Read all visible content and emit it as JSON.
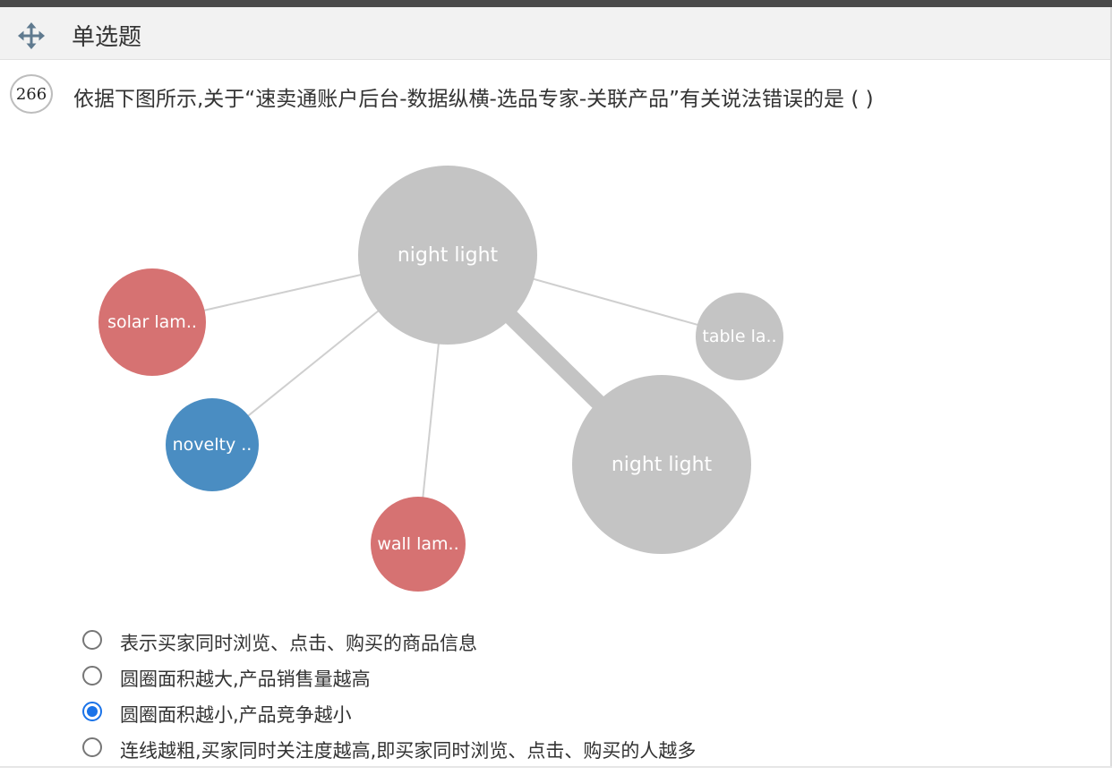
{
  "header": {
    "type_label": "单选题",
    "move_icon": "move-arrows-icon"
  },
  "question": {
    "number": "266",
    "text": "依据下图所示,关于“速卖通账户后台-数据纵横-选品专家-关联产品”有关说法错误的是 ( )"
  },
  "diagram": {
    "nodes": [
      {
        "id": "n1",
        "label": "night light",
        "color": "#c4c4c4"
      },
      {
        "id": "n2",
        "label": "night light",
        "color": "#c4c4c4"
      },
      {
        "id": "n3",
        "label": "solar lam..",
        "color": "#d67272"
      },
      {
        "id": "n4",
        "label": "novelty ..",
        "color": "#4a8dc2"
      },
      {
        "id": "n5",
        "label": "wall lam..",
        "color": "#d67272"
      },
      {
        "id": "n6",
        "label": "table la..",
        "color": "#c4c4c4"
      }
    ],
    "edges": [
      {
        "from": "n1",
        "to": "n3",
        "weight": "thin"
      },
      {
        "from": "n1",
        "to": "n4",
        "weight": "thin"
      },
      {
        "from": "n1",
        "to": "n5",
        "weight": "thin"
      },
      {
        "from": "n1",
        "to": "n6",
        "weight": "thin"
      },
      {
        "from": "n1",
        "to": "n2",
        "weight": "thick"
      }
    ]
  },
  "options": [
    {
      "label": "表示买家同时浏览、点击、购买的商品信息",
      "checked": false
    },
    {
      "label": "圆圈面积越大,产品销售量越高",
      "checked": false
    },
    {
      "label": "圆圈面积越小,产品竞争越小",
      "checked": true
    },
    {
      "label": "连线越粗,买家同时关注度越高,即买家同时浏览、点击、购买的人越多",
      "checked": false
    }
  ],
  "colors": {
    "selected": "#1a73e8",
    "red_node": "#d67272",
    "blue_node": "#4a8dc2",
    "gray_node": "#c4c4c4"
  }
}
